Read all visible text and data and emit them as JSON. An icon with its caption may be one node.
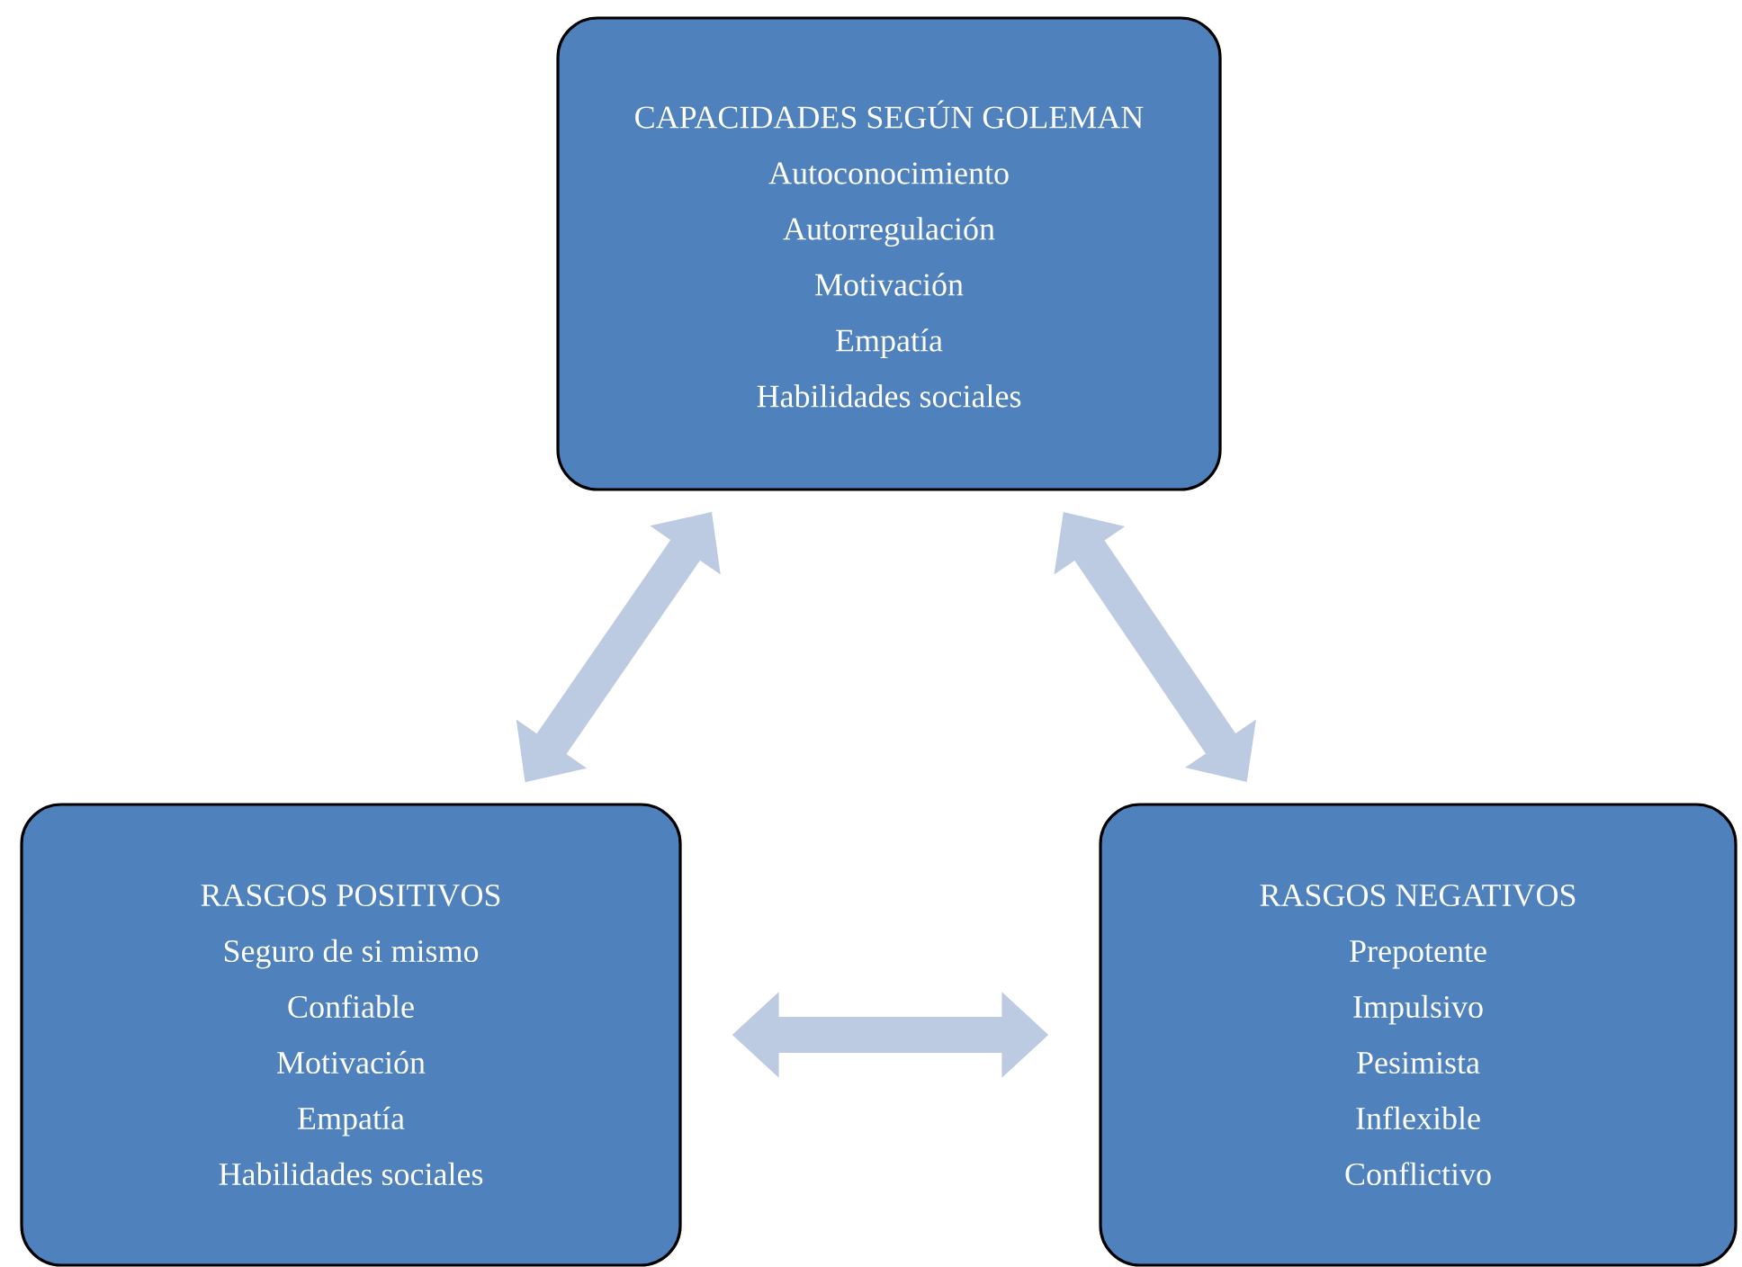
{
  "diagram": {
    "nodes": [
      {
        "text": [
          "CAPACIDADES SEGÚN GOLEMAN",
          "Autoconocimiento",
          "Autorregulación",
          "Motivación",
          "Empatía",
          "Habilidades sociales"
        ]
      },
      {
        "text": [
          "RASGOS POSITIVOS",
          "Seguro de si mismo",
          "Confiable",
          "Motivación",
          "Empatía",
          "Habilidades sociales"
        ]
      },
      {
        "text": [
          "RASGOS NEGATIVOS",
          "Prepotente",
          "Impulsivo",
          "Pesimista",
          "Inflexible",
          "Conflictivo"
        ]
      }
    ],
    "edges": [
      {
        "from": 0,
        "to": 1,
        "arrow": "both"
      },
      {
        "from": 0,
        "to": 2,
        "arrow": "both"
      },
      {
        "from": 1,
        "to": 2,
        "arrow": "both"
      }
    ]
  }
}
